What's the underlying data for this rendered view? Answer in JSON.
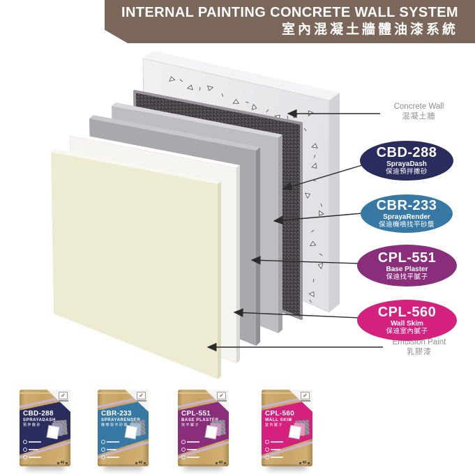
{
  "banner": {
    "title_en": "INTERNAL PAINTING CONCRETE WALL SYSTEM",
    "title_zh": "室內混凝土牆體油漆系統",
    "bg": "#7a6759"
  },
  "layer_labels": {
    "concrete": {
      "en": "Concrete Wall",
      "zh": "混凝土牆"
    },
    "emulsion": {
      "en": "Emulsion Paint",
      "zh": "乳膠漆"
    }
  },
  "products": [
    {
      "code": "CBD-288",
      "name_en": "SprayaDash",
      "name_zh": "保迪預拌撒砂",
      "color": "#2b2c5e"
    },
    {
      "code": "CBR-233",
      "name_en": "SprayaRender",
      "name_zh": "保迪機噴找平砂漿",
      "color": "#3779a4"
    },
    {
      "code": "CPL-551",
      "name_en": "Base Plaster",
      "name_zh": "保迪找平膩子",
      "color": "#8a2e7c"
    },
    {
      "code": "CPL-560",
      "name_en": "Wall Skim",
      "name_zh": "保迪室內膩子",
      "color": "#d5217e"
    }
  ],
  "bags": [
    {
      "code": "CBD-288",
      "name": "SPRAYADASH",
      "zh": "預拌撒砂",
      "color": "#2b2c5e",
      "weight": "40"
    },
    {
      "code": "CBR-233",
      "name": "SPRAYARENDER",
      "zh": "機噴找平砂漿",
      "color": "#3779a4",
      "weight": "40"
    },
    {
      "code": "CPL-551",
      "name": "BASE PLASTER",
      "zh": "找平膩子",
      "color": "#8a2e7c",
      "weight": "40"
    },
    {
      "code": "CPL-560",
      "name": "WALL SKIM",
      "zh": "室內膩子",
      "color": "#d5217e",
      "weight": "40"
    }
  ]
}
